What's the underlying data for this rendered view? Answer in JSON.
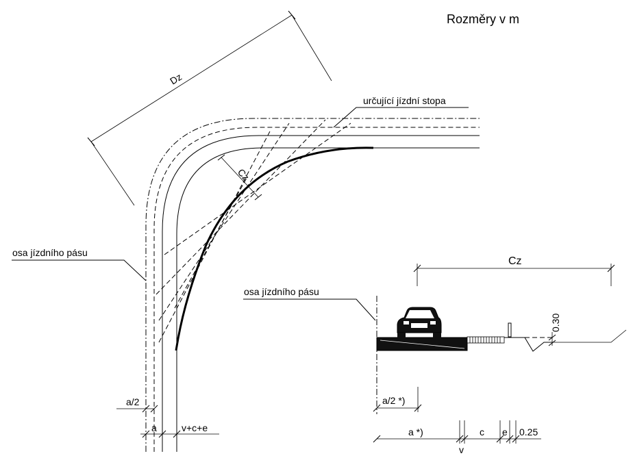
{
  "units_note": "Rozměry v m",
  "labels": {
    "Dz": "Dz",
    "Cz_plan": "Cz",
    "Cz_section": "Cz",
    "urcujici_stopa": "určující jízdní stopa",
    "osa_plan": "osa jízdního pásu",
    "osa_section": "osa jízdního pásu",
    "height_030": "0.30"
  },
  "dims_plan": {
    "a_half": "a/2",
    "a": "a",
    "vce": "v+c+e"
  },
  "dims_section": {
    "a_half_star": "a/2 *)",
    "a_star": "a *)",
    "v": "v",
    "c": "c",
    "e": "e",
    "d025": "0.25"
  }
}
